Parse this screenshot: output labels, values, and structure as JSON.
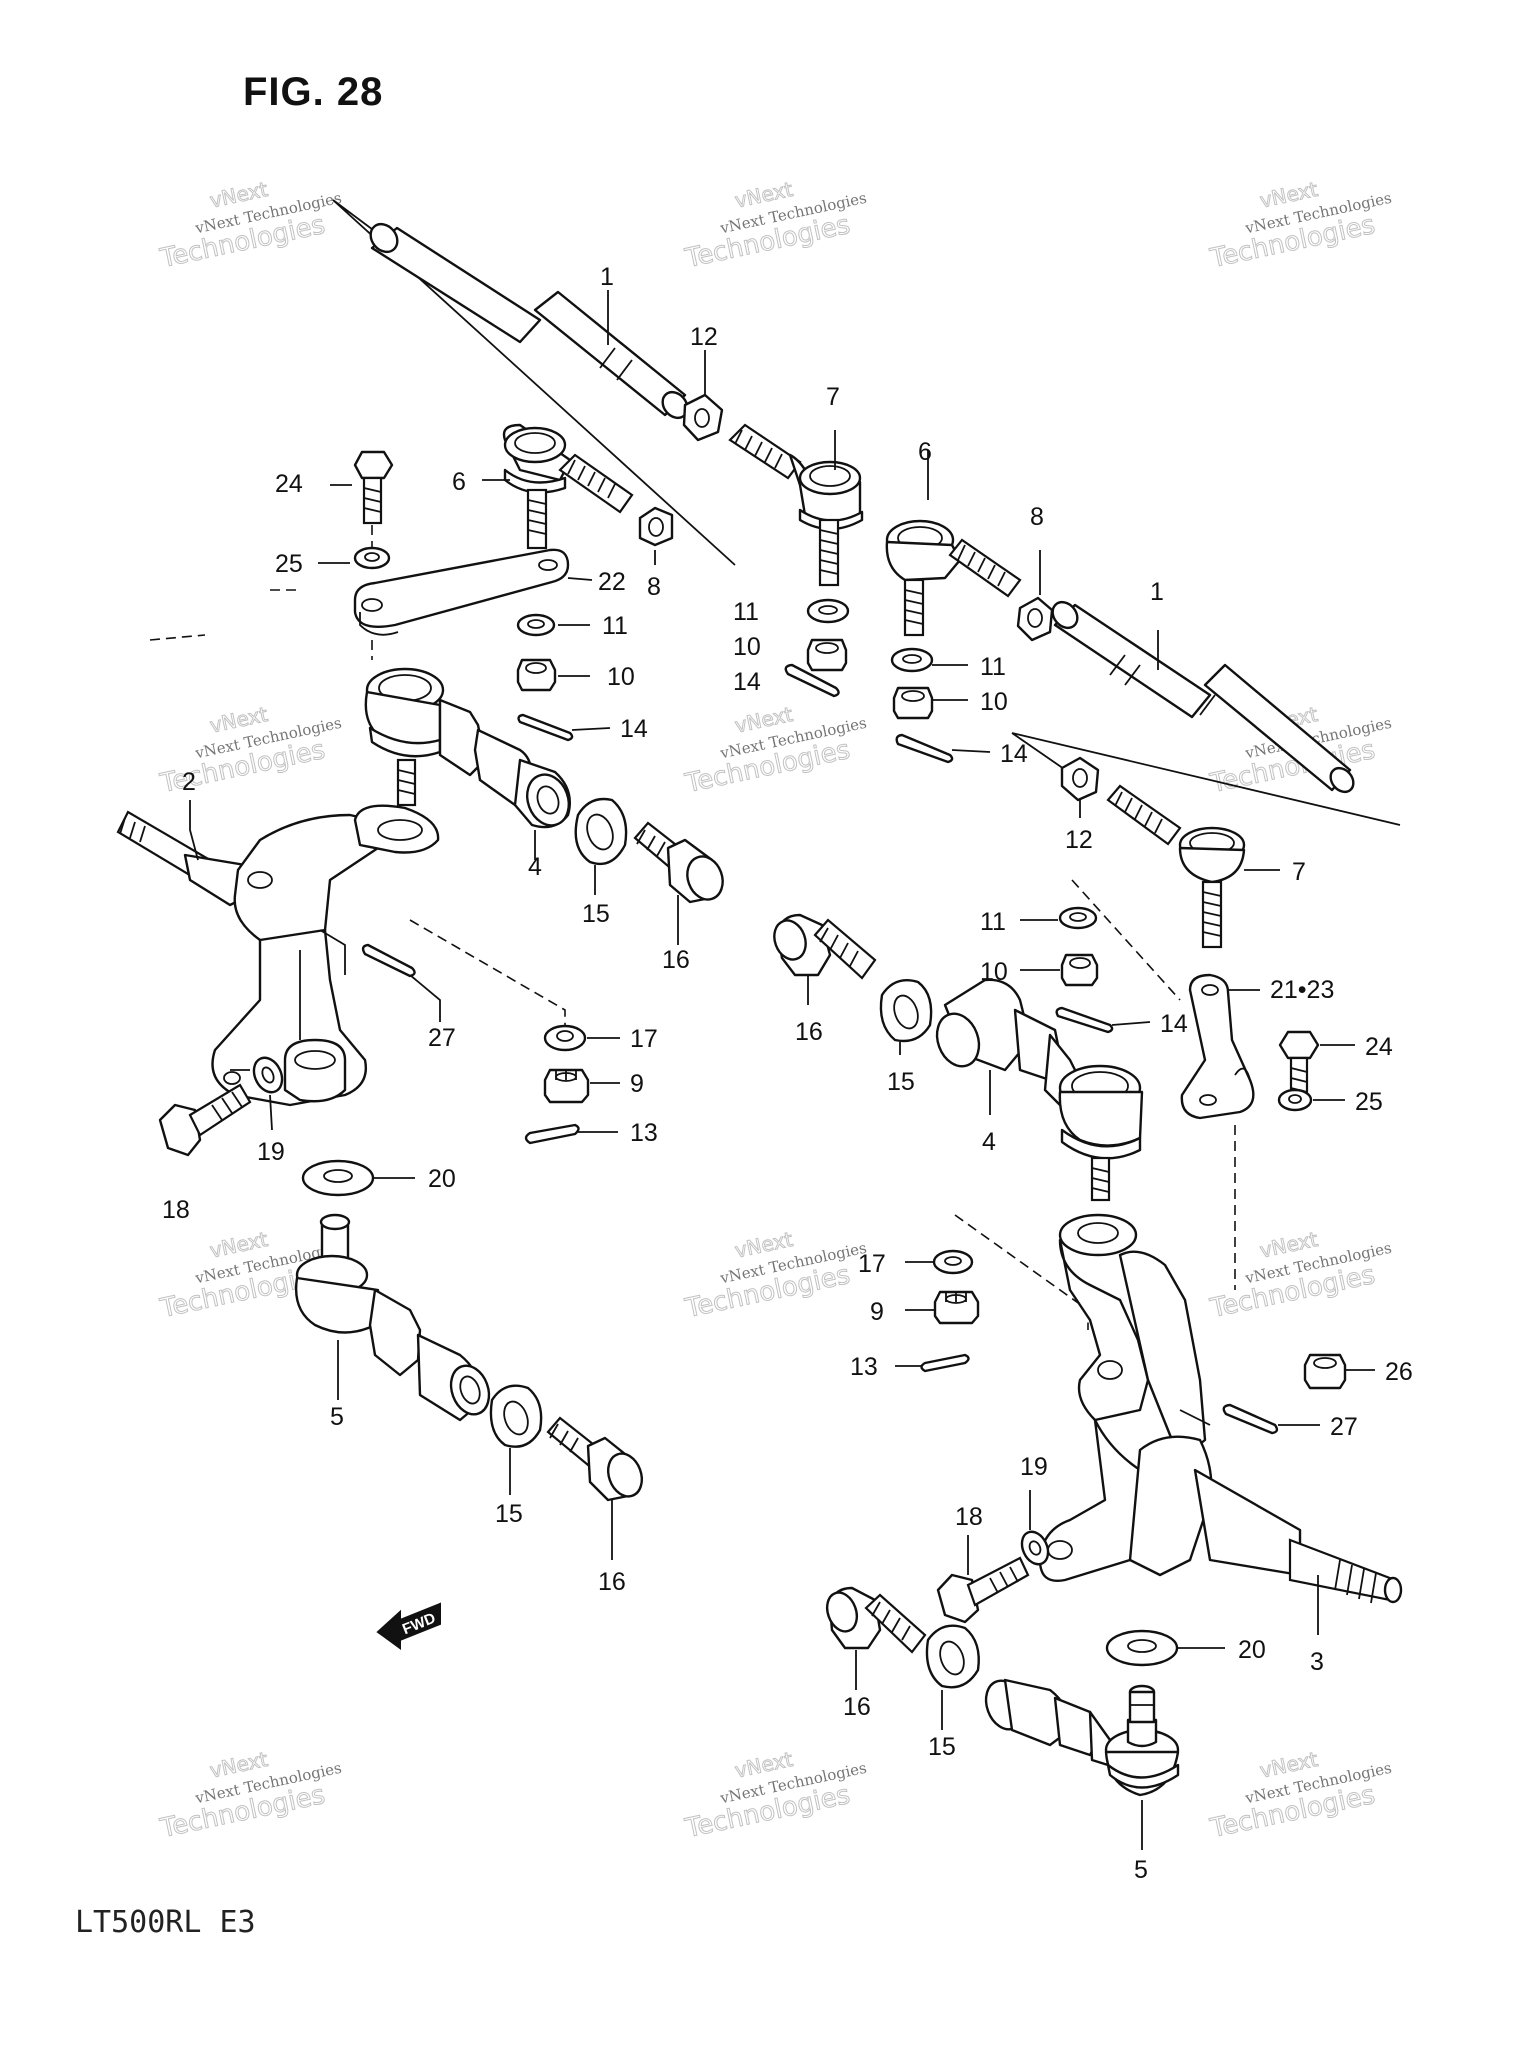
{
  "figure": {
    "title": "FIG. 28",
    "model": "LT500RL  E3",
    "fwd_label": "FWD"
  },
  "watermark": {
    "line1": "vNext",
    "line2": "vNext Technologies",
    "line3": "Technologies"
  },
  "callouts": [
    {
      "id": "c1a",
      "text": "1"
    },
    {
      "id": "c12a",
      "text": "12"
    },
    {
      "id": "c7a",
      "text": "7"
    },
    {
      "id": "c6a",
      "text": "6"
    },
    {
      "id": "c24a",
      "text": "24"
    },
    {
      "id": "c8a",
      "text": "8"
    },
    {
      "id": "c25a",
      "text": "25"
    },
    {
      "id": "c22",
      "text": "22"
    },
    {
      "id": "c11a",
      "text": "11"
    },
    {
      "id": "c10a",
      "text": "10"
    },
    {
      "id": "c14a",
      "text": "14"
    },
    {
      "id": "c2",
      "text": "2"
    },
    {
      "id": "c4a",
      "text": "4"
    },
    {
      "id": "c15a",
      "text": "15"
    },
    {
      "id": "c16a",
      "text": "16"
    },
    {
      "id": "c27a",
      "text": "27"
    },
    {
      "id": "c17a",
      "text": "17"
    },
    {
      "id": "c9a",
      "text": "9"
    },
    {
      "id": "c13a",
      "text": "13"
    },
    {
      "id": "c18a",
      "text": "18"
    },
    {
      "id": "c19a",
      "text": "19"
    },
    {
      "id": "c20a",
      "text": "20"
    },
    {
      "id": "c5a",
      "text": "5"
    },
    {
      "id": "c15b",
      "text": "15"
    },
    {
      "id": "c16b",
      "text": "16"
    },
    {
      "id": "c11b",
      "text": "11"
    },
    {
      "id": "c10b",
      "text": "10"
    },
    {
      "id": "c14b",
      "text": "14"
    },
    {
      "id": "c6b",
      "text": "6"
    },
    {
      "id": "c8b",
      "text": "8"
    },
    {
      "id": "c11c",
      "text": "11"
    },
    {
      "id": "c10c",
      "text": "10"
    },
    {
      "id": "c1b",
      "text": "1"
    },
    {
      "id": "c14c",
      "text": "14"
    },
    {
      "id": "c12b",
      "text": "12"
    },
    {
      "id": "c7b",
      "text": "7"
    },
    {
      "id": "c11d",
      "text": "11"
    },
    {
      "id": "c10d",
      "text": "10"
    },
    {
      "id": "c2123",
      "text": "21•23"
    },
    {
      "id": "c14d",
      "text": "14"
    },
    {
      "id": "c24b",
      "text": "24"
    },
    {
      "id": "c25b",
      "text": "25"
    },
    {
      "id": "c16c",
      "text": "16"
    },
    {
      "id": "c15c",
      "text": "15"
    },
    {
      "id": "c4b",
      "text": "4"
    },
    {
      "id": "c17b",
      "text": "17"
    },
    {
      "id": "c9b",
      "text": "9"
    },
    {
      "id": "c13b",
      "text": "13"
    },
    {
      "id": "c26",
      "text": "26"
    },
    {
      "id": "c27b",
      "text": "27"
    },
    {
      "id": "c19b",
      "text": "19"
    },
    {
      "id": "c18b",
      "text": "18"
    },
    {
      "id": "c3",
      "text": "3"
    },
    {
      "id": "c20b",
      "text": "20"
    },
    {
      "id": "c16d",
      "text": "16"
    },
    {
      "id": "c15d",
      "text": "15"
    },
    {
      "id": "c5b",
      "text": "5"
    }
  ]
}
